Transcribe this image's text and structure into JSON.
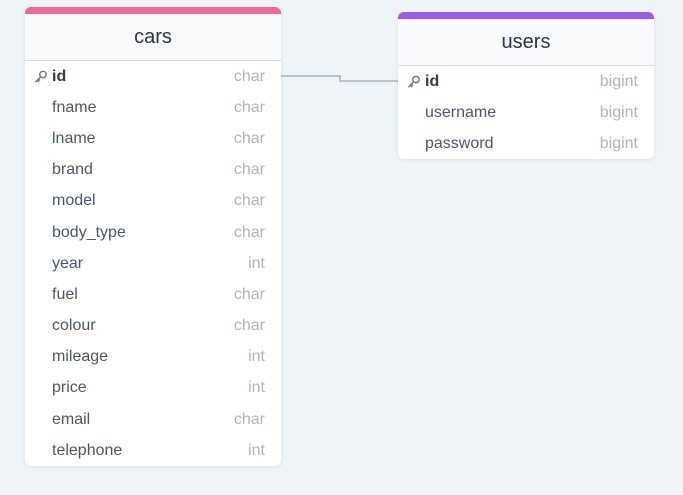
{
  "colors": {
    "background": "#eff4f8",
    "cars_accent": "#ea6b95",
    "users_accent": "#9b5de5",
    "connector": "#a7b2c2"
  },
  "tables": {
    "cars": {
      "name": "cars",
      "fields": [
        {
          "name": "id",
          "type": "char",
          "pk": true
        },
        {
          "name": "fname",
          "type": "char"
        },
        {
          "name": "lname",
          "type": "char"
        },
        {
          "name": "brand",
          "type": "char"
        },
        {
          "name": "model",
          "type": "char"
        },
        {
          "name": "body_type",
          "type": "char"
        },
        {
          "name": "year",
          "type": "int"
        },
        {
          "name": "fuel",
          "type": "char"
        },
        {
          "name": "colour",
          "type": "char"
        },
        {
          "name": "mileage",
          "type": "int"
        },
        {
          "name": "price",
          "type": "int"
        },
        {
          "name": "email",
          "type": "char"
        },
        {
          "name": "telephone",
          "type": "int"
        }
      ]
    },
    "users": {
      "name": "users",
      "fields": [
        {
          "name": "id",
          "type": "bigint",
          "pk": true
        },
        {
          "name": "username",
          "type": "bigint"
        },
        {
          "name": "password",
          "type": "bigint"
        }
      ]
    }
  },
  "relations": [
    {
      "from": "cars.id",
      "to": "users.id"
    }
  ]
}
